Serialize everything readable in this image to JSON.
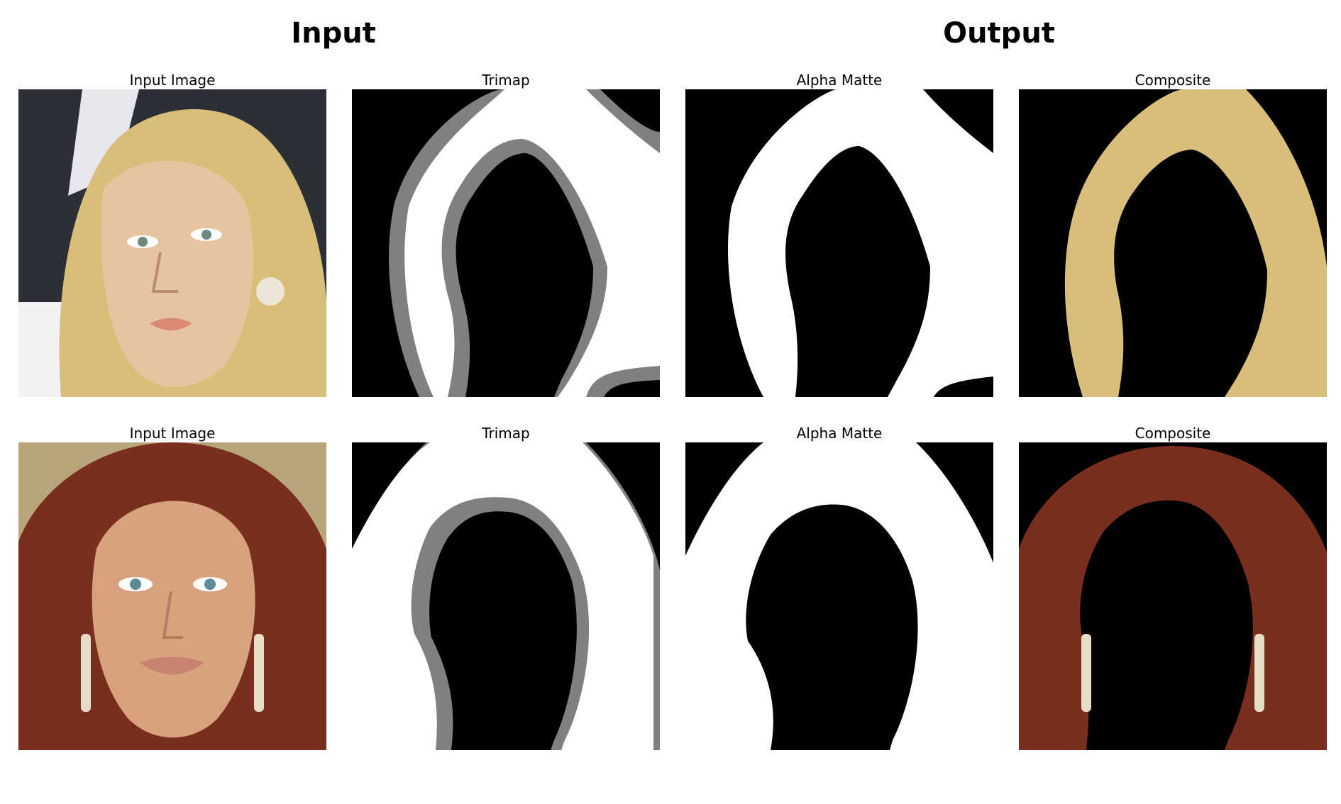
{
  "headers": {
    "input": "Input",
    "output": "Output"
  },
  "rows": [
    {
      "panels": [
        {
          "title": "Input Image",
          "kind": "photo",
          "hair_color": "#D9BE7A",
          "skin_color": "#E7C4A0",
          "bg_color": "#2A3036"
        },
        {
          "title": "Trimap",
          "kind": "trimap"
        },
        {
          "title": "Alpha Matte",
          "kind": "alpha"
        },
        {
          "title": "Composite",
          "kind": "composite",
          "hair_color": "#D9BE7A"
        }
      ]
    },
    {
      "panels": [
        {
          "title": "Input Image",
          "kind": "photo",
          "hair_color": "#7A2E1E",
          "skin_color": "#D9A27E",
          "bg_color": "#B8A57A"
        },
        {
          "title": "Trimap",
          "kind": "trimap"
        },
        {
          "title": "Alpha Matte",
          "kind": "alpha"
        },
        {
          "title": "Composite",
          "kind": "composite",
          "hair_color": "#7A2E1E"
        }
      ]
    }
  ]
}
